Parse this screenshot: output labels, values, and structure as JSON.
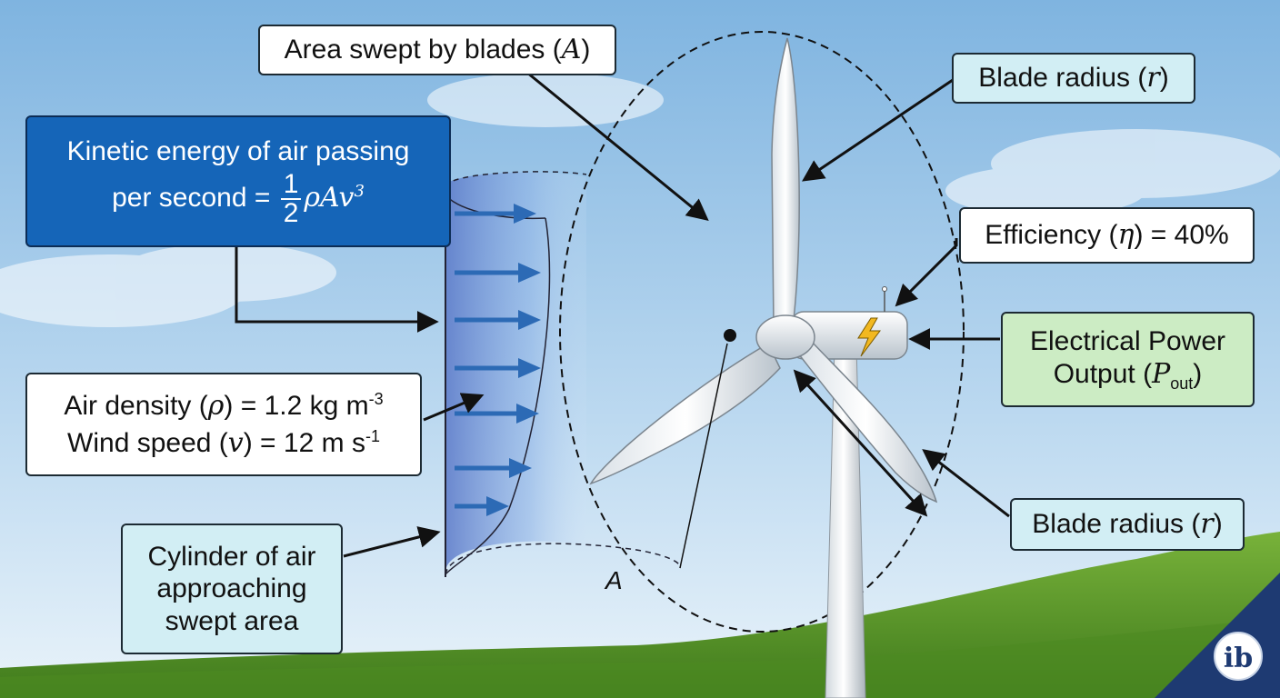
{
  "labels": {
    "swept_area": {
      "text": "Area swept by blades (",
      "symbol": "A",
      "close": ")"
    },
    "blade_radius_top": {
      "text": "Blade radius (",
      "symbol": "r",
      "close": ")"
    },
    "kinetic_energy": {
      "line1": "Kinetic energy of air passing",
      "line2": "per second = ",
      "frac_num": "1",
      "frac_den": "2",
      "expr": "ρAv",
      "exp": "3"
    },
    "efficiency": {
      "text": "Efficiency (",
      "symbol": "η",
      "close": ") = 40%"
    },
    "power_output": {
      "line1": "Electrical Power",
      "line2_pre": "Output (",
      "symbol": "P",
      "sub": "out",
      "close": ")"
    },
    "air_props": {
      "density_pre": "Air density (",
      "density_sym": "ρ",
      "density_post": ") = 1.2 kg m",
      "density_exp": "-3",
      "speed_pre": "Wind speed (",
      "speed_sym": "v",
      "speed_post": ") = 12 m s",
      "speed_exp": "-1"
    },
    "blade_radius_bottom": {
      "text": "Blade radius (",
      "symbol": "r",
      "close": ")"
    },
    "cylinder": {
      "line1": "Cylinder of air",
      "line2": "approaching",
      "line3": "swept area"
    },
    "area_marker": "A"
  },
  "logo": {
    "text": "ib"
  },
  "colors": {
    "sky_top": "#7fb4e0",
    "sky_bottom": "#e9f3fa",
    "grass": "#5f9a2c",
    "flow_arrow": "#2c6ab5",
    "label_blue": "#1565b8",
    "label_green": "#ccecc4",
    "label_cyan": "#d2eef4",
    "bolt": "#f2b820"
  },
  "icons": [
    "lightning-bolt-icon",
    "ib-logo-icon"
  ]
}
